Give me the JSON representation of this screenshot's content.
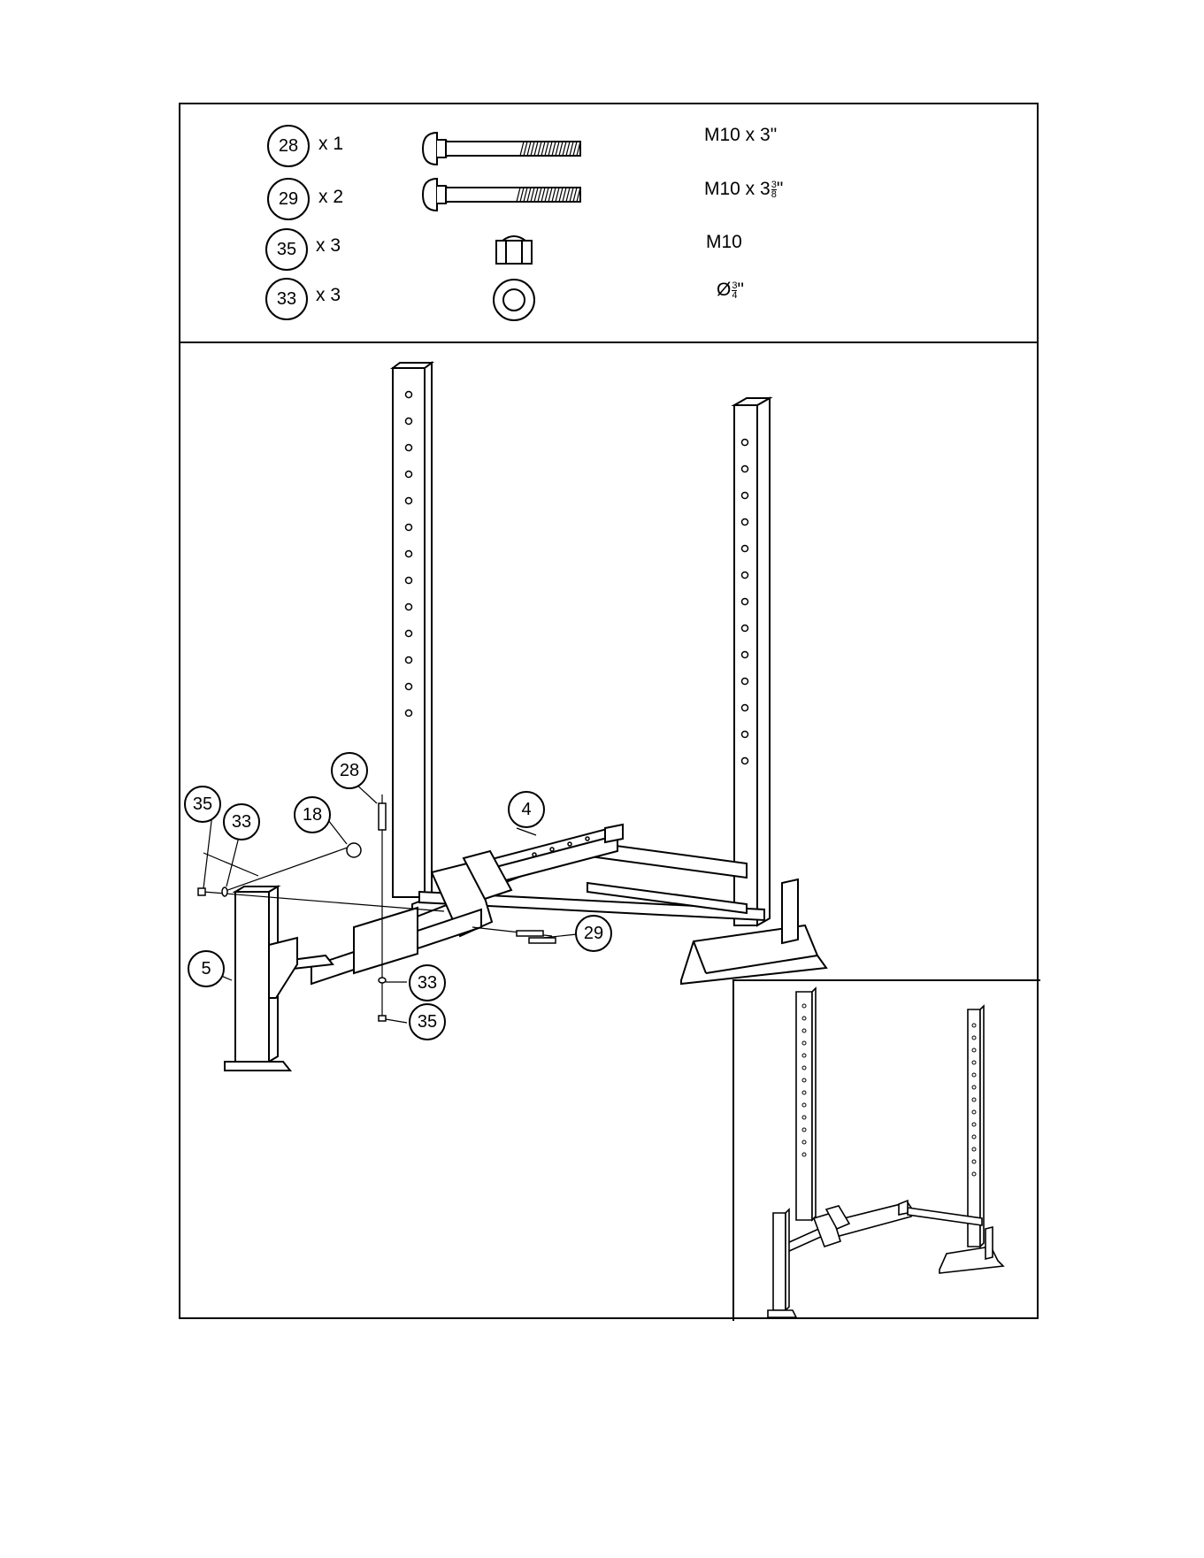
{
  "hardware": [
    {
      "part": "28",
      "qty": "x  1",
      "spec": "M10 x 3\"",
      "icon": "carriage-bolt-icon"
    },
    {
      "part": "29",
      "qty": "x  2",
      "spec_main": "M10 x 3",
      "spec_frac_num": "3",
      "spec_frac_den": "8",
      "spec_tail": "\"",
      "icon": "carriage-bolt-icon"
    },
    {
      "part": "35",
      "qty": "x  3",
      "spec": "M10",
      "icon": "lock-nut-icon"
    },
    {
      "part": "33",
      "qty": "x  3",
      "spec_main": "Ø",
      "spec_frac_num": "3",
      "spec_frac_den": "4",
      "spec_tail": "\"",
      "icon": "washer-icon"
    }
  ],
  "callouts": {
    "c35a": "35",
    "c33a": "33",
    "c18": "18",
    "c28": "28",
    "c4": "4",
    "c5": "5",
    "c29": "29",
    "c33b": "33",
    "c35b": "35"
  }
}
